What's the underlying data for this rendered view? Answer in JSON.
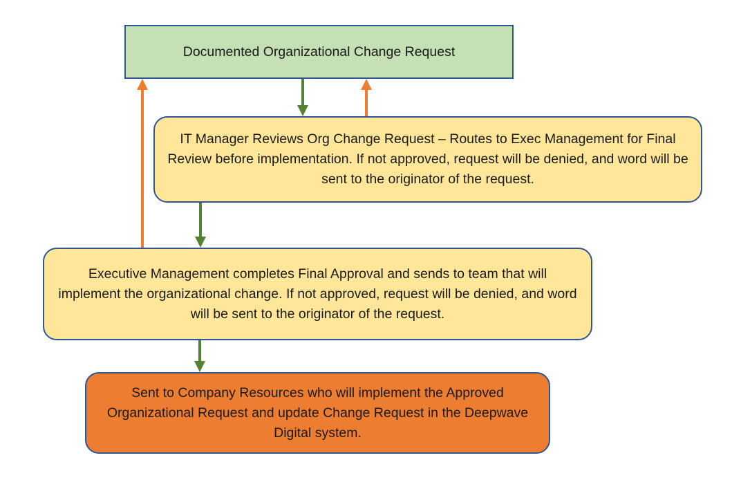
{
  "nodes": {
    "request": {
      "label": "Documented Organizational Change Request"
    },
    "it_review": {
      "label": "IT Manager Reviews Org Change Request – Routes to Exec Management for Final Review before implementation. If not approved, request will be denied, and word will be sent to the originator of the request."
    },
    "exec_approval": {
      "label": "Executive Management completes Final Approval and sends to team that will implement the organizational change. If not approved, request will be denied, and word will be sent to the originator of the request."
    },
    "resources": {
      "label": "Sent to Company Resources who will implement the Approved Organizational Request and update Change Request in the Deepwave Digital system."
    }
  },
  "colors": {
    "request_fill": "#c5e0b4",
    "review_fill": "#ffe699",
    "final_fill": "#ed7d31",
    "border": "#2f5597",
    "forward_arrow": "#548235",
    "return_arrow": "#ed7d31"
  },
  "edges": [
    {
      "from": "request",
      "to": "it_review",
      "type": "forward"
    },
    {
      "from": "it_review",
      "to": "request",
      "type": "return"
    },
    {
      "from": "it_review",
      "to": "exec_approval",
      "type": "forward"
    },
    {
      "from": "exec_approval",
      "to": "request",
      "type": "return"
    },
    {
      "from": "exec_approval",
      "to": "resources",
      "type": "forward"
    }
  ]
}
